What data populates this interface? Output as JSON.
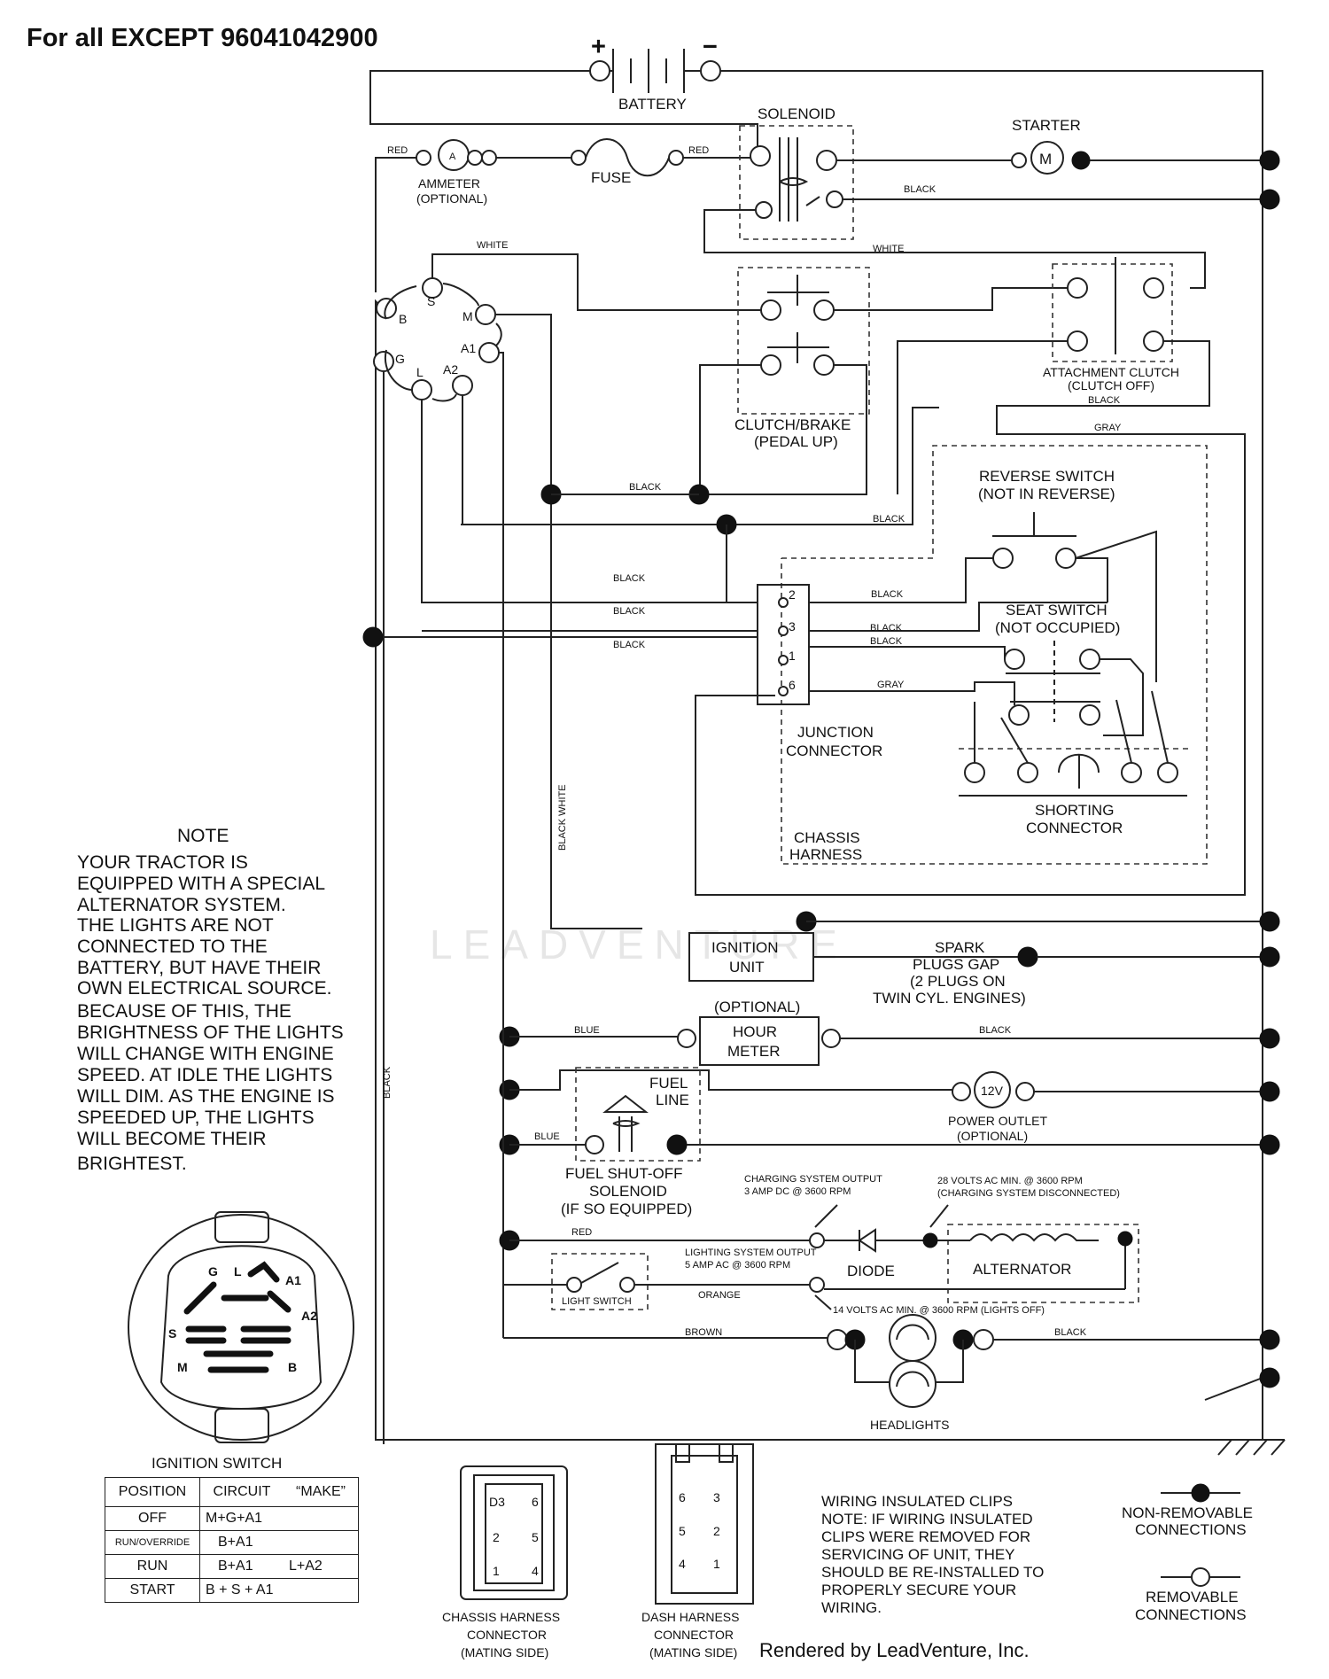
{
  "header": {
    "title": "For all EXCEPT 96041042900"
  },
  "labels": {
    "battery": "BATTERY",
    "battery_plus": "+",
    "battery_minus": "−",
    "solenoid": "SOLENOID",
    "starter": "STARTER",
    "starter_motor": "M",
    "ammeter": "AMMETER",
    "ammeter_optional": "(OPTIONAL)",
    "ammeter_symbol": "A",
    "fuse": "FUSE",
    "clutch_brake": "CLUTCH/BRAKE",
    "clutch_brake_sub": "(PEDAL UP)",
    "attachment_clutch": "ATTACHMENT CLUTCH",
    "attachment_clutch_sub": "(CLUTCH OFF)",
    "reverse_switch": "REVERSE SWITCH",
    "reverse_switch_sub": "(NOT IN REVERSE)",
    "seat_switch": "SEAT SWITCH",
    "seat_switch_sub": "(NOT OCCUPIED)",
    "junction": "JUNCTION",
    "connector": "CONNECTOR",
    "shorting": "SHORTING",
    "shorting_connector": "CONNECTOR",
    "chassis": "CHASSIS",
    "harness": "HARNESS",
    "ignition_unit_1": "IGNITION",
    "ignition_unit_2": "UNIT",
    "spark_1": "SPARK",
    "spark_2": "PLUGS GAP",
    "spark_3": "(2 PLUGS ON",
    "spark_4": "TWIN CYL. ENGINES)",
    "optional": "(OPTIONAL)",
    "hour_1": "HOUR",
    "hour_2": "METER",
    "fuel_1": "FUEL",
    "fuel_2": "LINE",
    "power_12v": "12V",
    "power_outlet": "POWER OUTLET",
    "power_optional": "(OPTIONAL)",
    "fuel_shutoff_1": "FUEL SHUT-OFF",
    "fuel_shutoff_2": "SOLENOID",
    "fuel_shutoff_3": "(IF SO EQUIPPED)",
    "charging_1": "CHARGING SYSTEM OUTPUT",
    "charging_2": "3 AMP DC @ 3600 RPM",
    "ac28_1": "28 VOLTS AC MIN. @ 3600 RPM",
    "ac28_2": "(CHARGING SYSTEM DISCONNECTED)",
    "lighting_1": "LIGHTING SYSTEM OUTPUT",
    "lighting_2": "5 AMP AC @ 3600 RPM",
    "diode": "DIODE",
    "alternator": "ALTERNATOR",
    "light_switch": "LIGHT SWITCH",
    "ac14": "14 VOLTS AC MIN. @ 3600 RPM (LIGHTS OFF)",
    "headlights": "HEADLIGHTS",
    "ignition_switch": "IGNITION SWITCH",
    "chassis_conn_1": "CHASSIS HARNESS",
    "chassis_conn_2": "CONNECTOR",
    "chassis_conn_3": "(MATING SIDE)",
    "dash_conn_1": "DASH HARNESS",
    "dash_conn_2": "CONNECTOR",
    "dash_conn_3": "(MATING SIDE)",
    "nonremovable_1": "NON-REMOVABLE",
    "nonremovable_2": "CONNECTIONS",
    "removable_1": "REMOVABLE",
    "removable_2": "CONNECTIONS",
    "watermark": "LEADVENTURE",
    "rendered_by": "Rendered by LeadVenture, Inc."
  },
  "wires": {
    "red": "RED",
    "black": "BLACK",
    "white": "WHITE",
    "gray": "GRAY",
    "blue": "BLUE",
    "orange": "ORANGE",
    "brown": "BROWN",
    "black_white": "BLACK WHITE"
  },
  "ignition_terminals": [
    "S",
    "B",
    "M",
    "A1",
    "G",
    "L",
    "A2"
  ],
  "ignition_face": [
    "G",
    "L",
    "A1",
    "S",
    "A2",
    "M",
    "B"
  ],
  "junction_pins": [
    "2",
    "3",
    "1",
    "6"
  ],
  "chassis_connector_pins": [
    "D3",
    "6",
    "2",
    "5",
    "1",
    "4"
  ],
  "dash_connector_pins": [
    "6",
    "3",
    "5",
    "2",
    "4",
    "1"
  ],
  "note": {
    "title": "NOTE",
    "lines": [
      "YOUR TRACTOR IS",
      "EQUIPPED WITH A SPECIAL",
      "ALTERNATOR SYSTEM.",
      "THE LIGHTS ARE NOT",
      "CONNECTED TO THE",
      "BATTERY, BUT HAVE THEIR",
      "OWN ELECTRICAL SOURCE.",
      "BECAUSE OF THIS, THE",
      "BRIGHTNESS OF THE LIGHTS",
      "WILL CHANGE WITH ENGINE",
      "SPEED.  AT IDLE THE LIGHTS",
      "WILL DIM.  AS THE ENGINE IS",
      "SPEEDED UP, THE LIGHTS",
      "WILL BECOME THEIR",
      "BRIGHTEST."
    ]
  },
  "clips_note": {
    "lines": [
      "WIRING INSULATED CLIPS",
      "NOTE: IF WIRING INSULATED",
      "CLIPS WERE REMOVED FOR",
      "SERVICING OF UNIT, THEY",
      "SHOULD BE RE-INSTALLED TO",
      "PROPERLY SECURE YOUR",
      "WIRING."
    ]
  },
  "ignition_table": {
    "headers": [
      "POSITION",
      "CIRCUIT",
      "“MAKE”"
    ],
    "rows": [
      [
        "OFF",
        "M+G+A1",
        ""
      ],
      [
        "RUN/OVERRIDE",
        "B+A1",
        ""
      ],
      [
        "RUN",
        "B+A1",
        "L+A2"
      ],
      [
        "START",
        "B + S + A1",
        ""
      ]
    ]
  }
}
